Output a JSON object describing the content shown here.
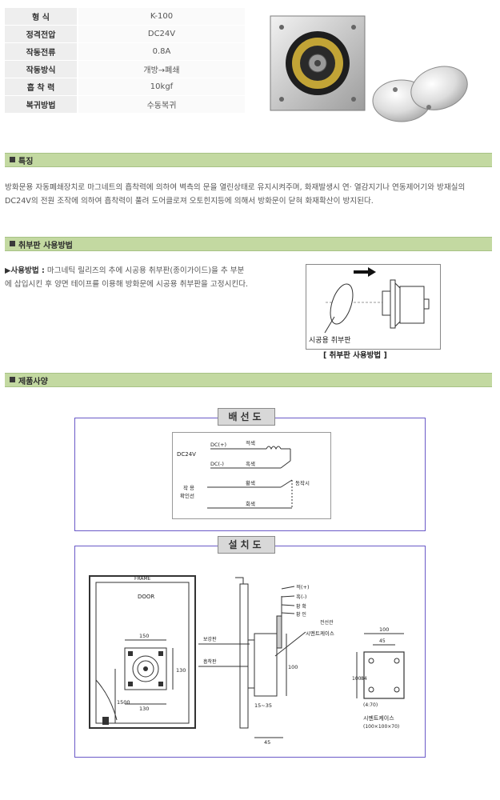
{
  "spec_rows": [
    {
      "label": "형      식",
      "value": "K-100"
    },
    {
      "label": "정격전압",
      "value": "DC24V"
    },
    {
      "label": "작동전류",
      "value": "0.8A"
    },
    {
      "label": "작동방식",
      "value": "개방→폐쇄"
    },
    {
      "label": "흡 착 력",
      "value": "10kgf"
    },
    {
      "label": "복귀방법",
      "value": "수동복귀"
    }
  ],
  "sections": {
    "features": "특징",
    "usage": "취부판 사용방법",
    "spec": "제품사양"
  },
  "features_text": "방화문용 자동폐쇄장치로 마그네트의 흡착력에 의하여 벽측의 문을 열린상태로 유지시켜주며, 화재발생시 연· 열감지기나 연동제어기와 방재실의 DC24V의 전원 조작에 의하여 흡착력이 풀려 도어클로져 오토힌지등에 의해서 방화문이 닫혀 화재확산이 방지된다.",
  "usage": {
    "lead": "▶사용방법 :",
    "text": " 마그네틱 릴리즈의 추에 시공용 취부판(종이가이드)을 추 부분에 삽입시킨 후 양면 테이프를 이용해 방화문에 시공용 취부판을 고정시킨다.",
    "figure_label": "시공용 취부판",
    "caption": "[ 취부판 사용방법 ]"
  },
  "wiring": {
    "title": "배선도",
    "dc": "DC24V",
    "plus": "DC(+)",
    "minus": "DC(-)",
    "red": "적색",
    "black": "흑색",
    "yellow": "황색",
    "white": "회색",
    "confirm_1": "작   용",
    "confirm_2": "확인선",
    "operate": "동작시"
  },
  "install": {
    "title": "설치도",
    "frame": "FRAME",
    "door": "DOOR",
    "d150": "150",
    "d130h": "130",
    "d130": "130",
    "d1500": "1500",
    "plate": "보강판",
    "suction": "흡착판",
    "red": "적(+)",
    "black": "흑(-)",
    "yellow": "황 확",
    "white": "황 인",
    "conduit": "전선관",
    "cement": "시멘트케이스",
    "d100": "100",
    "range": "15~35",
    "d45": "45",
    "cd100": "100",
    "cd45": "45",
    "cd100v": "100",
    "cd84": "84",
    "cdepth": "(4:70)",
    "case_name": "시멘트케이스",
    "case_size": "(100×100×70)"
  }
}
